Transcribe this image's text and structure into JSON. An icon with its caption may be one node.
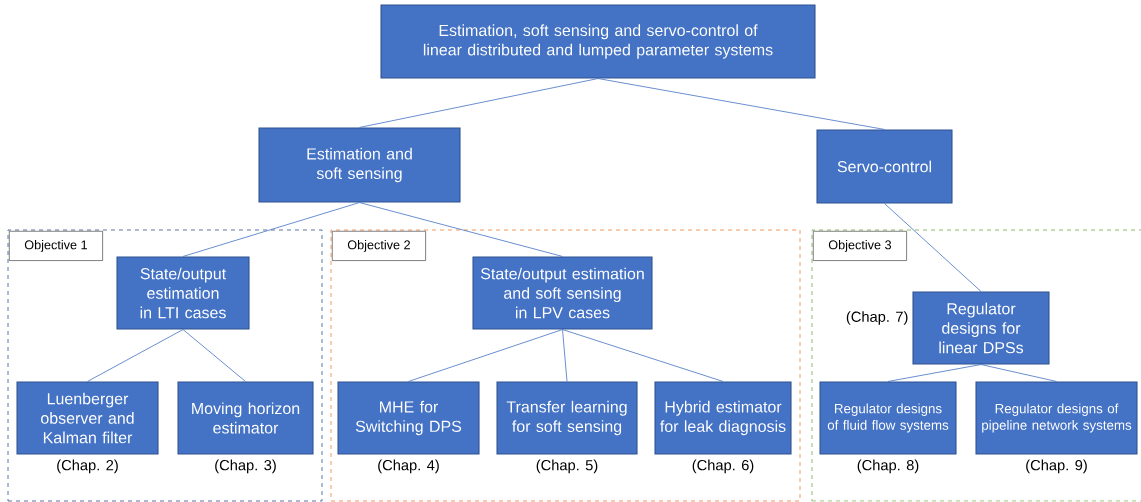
{
  "diagram": {
    "nodes": [
      {
        "text": [
          "Estimation, soft sensing and servo-control of linear distributed and lumped parameter systems"
        ]
      },
      {
        "text": [
          "Estimation and soft sensing"
        ]
      },
      {
        "text": [
          "Servo-control"
        ]
      },
      {
        "text": [
          "Objective 1"
        ]
      },
      {
        "text": [
          "State/output estimation in LTI cases"
        ],
        "in": 3
      },
      {
        "text": [
          "Luenberger observer and Kalman filter"
        ],
        "in": 3,
        "beside": [
          "(Chap. 2)"
        ]
      },
      {
        "text": [
          "Moving horizon estimator"
        ],
        "in": 3,
        "beside": [
          "(Chap. 3)"
        ]
      },
      {
        "text": [
          "Objective 2"
        ]
      },
      {
        "text": [
          "State/output estimation and soft sensing in LPV cases"
        ],
        "in": 7
      },
      {
        "text": [
          "MHE for Switching DPS"
        ],
        "in": 7,
        "beside": [
          "(Chap. 4)"
        ]
      },
      {
        "text": [
          "Transfer learning for soft sensing"
        ],
        "in": 7,
        "beside": [
          "(Chap. 5)"
        ]
      },
      {
        "text": [
          "Hybrid estimator for leak diagnosis"
        ],
        "in": 7,
        "beside": [
          "(Chap. 6)"
        ]
      },
      {
        "text": [
          "Objective 3"
        ]
      },
      {
        "text": [
          "Regulator designs for linear DPSs"
        ],
        "in": 12,
        "beside": [
          "(Chap. 7)"
        ]
      },
      {
        "text": [
          "Regulator designs of fluid flow systems"
        ],
        "in": 12,
        "beside": [
          "(Chap. 8)"
        ]
      },
      {
        "text": [
          "Regulator designs of pipeline network systems"
        ],
        "in": 12,
        "beside": [
          "(Chap. 9)"
        ]
      }
    ],
    "edges": [
      {
        "from": 0,
        "to": 1,
        "arrow": "none"
      },
      {
        "from": 0,
        "to": 2,
        "arrow": "none"
      },
      {
        "from": 1,
        "to": 4,
        "arrow": "none"
      },
      {
        "from": 1,
        "to": 8,
        "arrow": "none"
      },
      {
        "from": 2,
        "to": 13,
        "arrow": "none"
      },
      {
        "from": 4,
        "to": 5,
        "arrow": "none"
      },
      {
        "from": 4,
        "to": 6,
        "arrow": "none"
      },
      {
        "from": 8,
        "to": 9,
        "arrow": "none"
      },
      {
        "from": 8,
        "to": 10,
        "arrow": "none"
      },
      {
        "from": 8,
        "to": 11,
        "arrow": "none"
      },
      {
        "from": 13,
        "to": 14,
        "arrow": "none"
      },
      {
        "from": 13,
        "to": 15,
        "arrow": "none"
      }
    ]
  }
}
